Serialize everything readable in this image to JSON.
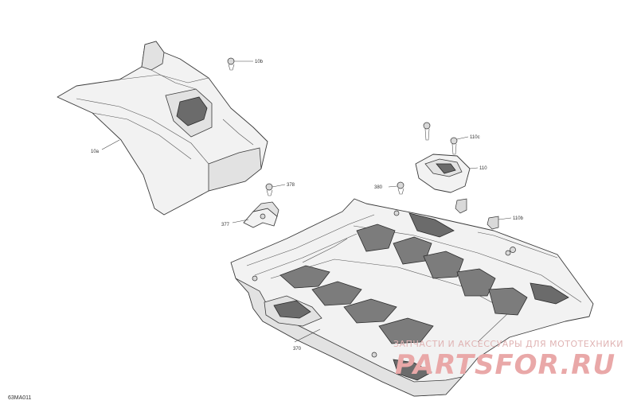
{
  "callouts": {
    "c10b": "10b",
    "c10a": "10a",
    "c378": "378",
    "c377": "377",
    "c380": "380",
    "c110c": "110c",
    "c110": "110",
    "c110b": "110b",
    "c370": "370"
  },
  "reference_code": "63MA011",
  "watermark": {
    "tagline": "ЗАПЧАСТИ И АКСЕССУАРЫ ДЛЯ МОТОТЕХНИКИ",
    "brand": "PARTSFOR.RU"
  }
}
